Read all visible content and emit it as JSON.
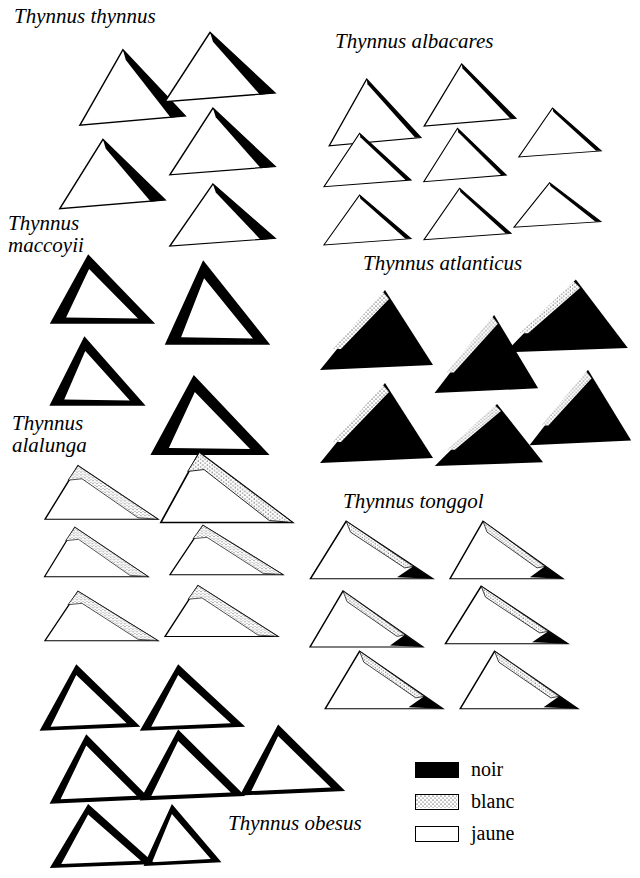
{
  "diagram": {
    "labels": [
      "Thynnus thynnus",
      "Thynnus albacares",
      "Thynnus maccoyii",
      "Thynnus atlanticus",
      "Thynnus alalunga",
      "Thynnus tonggol",
      "Thynnus obesus"
    ],
    "legend": [
      {
        "text": "noir",
        "color": "#000000"
      },
      {
        "text": "blanc"
      },
      {
        "text": "jaune",
        "color": "#ffffff"
      }
    ]
  }
}
